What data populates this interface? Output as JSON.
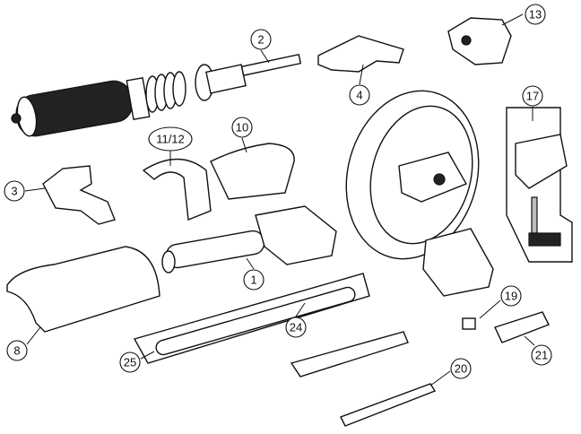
{
  "diagram": {
    "type": "exploded parts diagram",
    "callouts": {
      "c1": "1",
      "c2": "2",
      "c3": "3",
      "c4": "4",
      "c8": "8",
      "c10": "10",
      "c11_12": "11/12",
      "c13": "13",
      "c17": "17",
      "c19": "19",
      "c20": "20",
      "c21": "21",
      "c24": "24",
      "c25": "25"
    }
  }
}
